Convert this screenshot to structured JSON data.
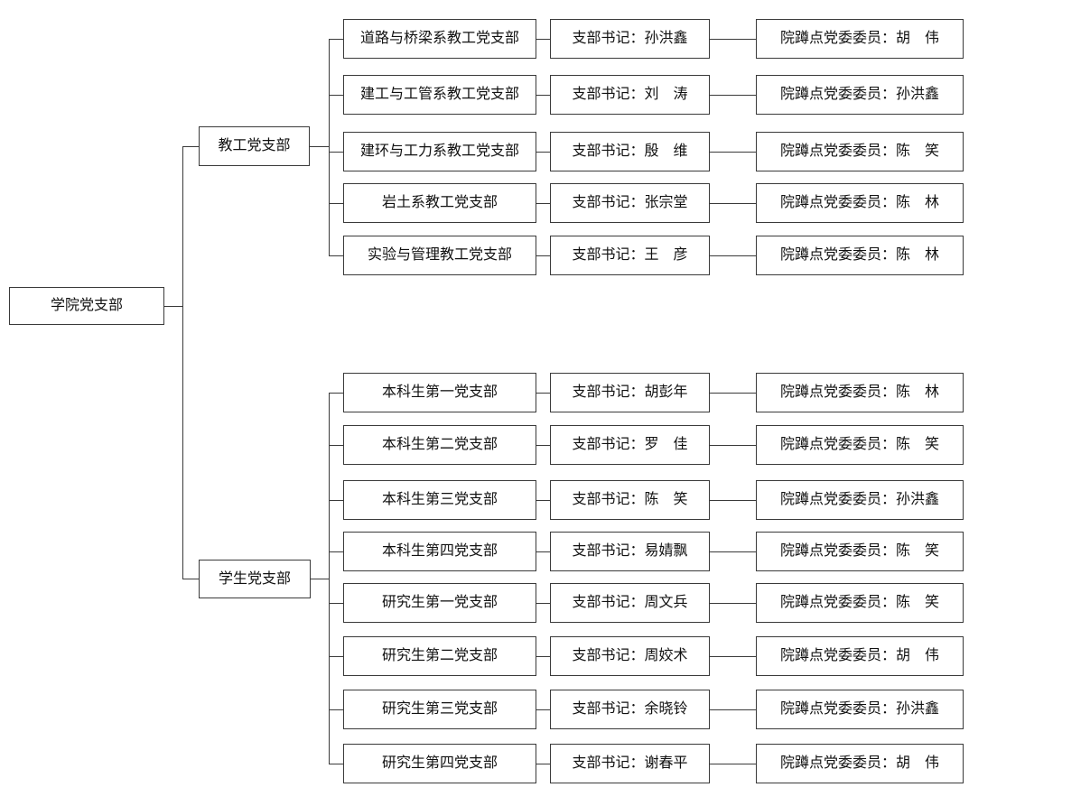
{
  "colors": {
    "line": "#3a3a3a",
    "text": "#111111",
    "background": "#ffffff"
  },
  "root": {
    "label": "学院党支部"
  },
  "branches": [
    {
      "label": "教工党支部",
      "rows": [
        {
          "name": "道路与桥梁系教工党支部",
          "secretary": "支部书记：孙洪鑫",
          "committee": "院蹲点党委委员：胡　伟"
        },
        {
          "name": "建工与工管系教工党支部",
          "secretary": "支部书记：刘　涛",
          "committee": "院蹲点党委委员：孙洪鑫"
        },
        {
          "name": "建环与工力系教工党支部",
          "secretary": "支部书记：殷　维",
          "committee": "院蹲点党委委员：陈　笑"
        },
        {
          "name": "岩土系教工党支部",
          "secretary": "支部书记：张宗堂",
          "committee": "院蹲点党委委员：陈　林"
        },
        {
          "name": "实验与管理教工党支部",
          "secretary": "支部书记：王　彦",
          "committee": "院蹲点党委委员：陈　林"
        }
      ]
    },
    {
      "label": "学生党支部",
      "rows": [
        {
          "name": "本科生第一党支部",
          "secretary": "支部书记：胡彭年",
          "committee": "院蹲点党委委员：陈　林"
        },
        {
          "name": "本科生第二党支部",
          "secretary": "支部书记：罗　佳",
          "committee": "院蹲点党委委员：陈　笑"
        },
        {
          "name": "本科生第三党支部",
          "secretary": "支部书记：陈　笑",
          "committee": "院蹲点党委委员：孙洪鑫"
        },
        {
          "name": "本科生第四党支部",
          "secretary": "支部书记：易婧飘",
          "committee": "院蹲点党委委员：陈　笑"
        },
        {
          "name": "研究生第一党支部",
          "secretary": "支部书记：周文兵",
          "committee": "院蹲点党委委员：陈　笑"
        },
        {
          "name": "研究生第二党支部",
          "secretary": "支部书记：周姣术",
          "committee": "院蹲点党委委员：胡　伟"
        },
        {
          "name": "研究生第三党支部",
          "secretary": "支部书记：余晓铃",
          "committee": "院蹲点党委委员：孙洪鑫"
        },
        {
          "name": "研究生第四党支部",
          "secretary": "支部书记：谢春平",
          "committee": "院蹲点党委委员：胡　伟"
        }
      ]
    }
  ]
}
